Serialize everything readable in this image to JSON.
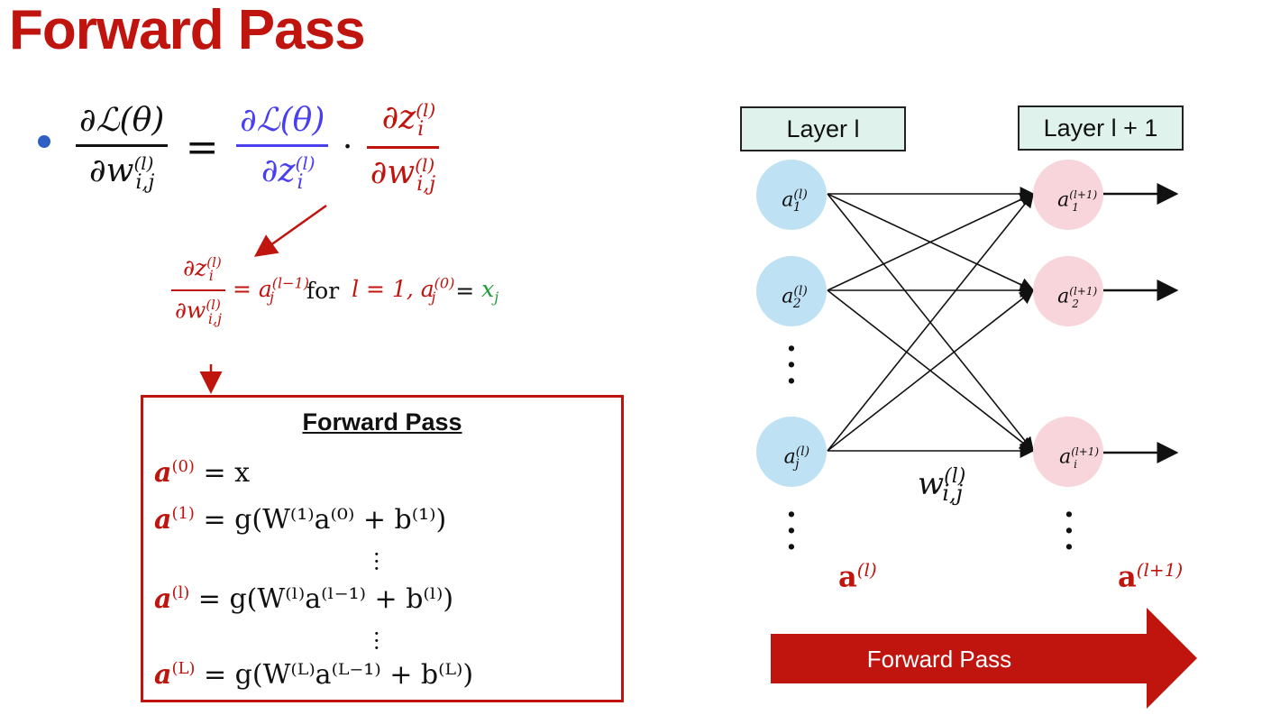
{
  "title": "Forward Pass",
  "colors": {
    "accent_red": "#c0140f",
    "blue": "#4a3ff0",
    "green": "#1f9d3a",
    "node_left": "#bfe1f4",
    "node_right": "#f7d5da",
    "layer_box": "#dff3ec"
  },
  "chain_rule": {
    "lhs_num": "∂ℒ(θ)",
    "lhs_den": "∂w",
    "equals": "=",
    "t1_num": "∂ℒ(θ)",
    "t1_den": "∂z",
    "dot": "·",
    "t2_num": "∂z",
    "t2_den": "∂w",
    "sub_ij": "i,j",
    "sup_l": "(l)",
    "sub_i": "i"
  },
  "derivative_result": {
    "num": "∂z",
    "den": "∂w",
    "rhs": "= a",
    "rhs_sup": "(l−1)",
    "rhs_sub": "j",
    "for_text": "for",
    "condition": "l = 1, a",
    "cond_sup": "(0)",
    "cond_sub": "j",
    "cond_eq": "=",
    "xj": "x",
    "xj_sub": "j"
  },
  "forward_box": {
    "title": "Forward Pass",
    "lines": [
      {
        "lhs": "a",
        "sup": "(0)",
        "rhs": " = x"
      },
      {
        "lhs": "a",
        "sup": "(1)",
        "rhs": " = g(W⁽¹⁾a⁽⁰⁾ + b⁽¹⁾)"
      },
      {
        "lhs": "a",
        "sup": "(l)",
        "rhs": " = g(W⁽ˡ⁾a⁽ˡ⁻¹⁾ + b⁽ˡ⁾)"
      },
      {
        "lhs": "a",
        "sup": "(L)",
        "rhs": " = g(W⁽ᴸ⁾a⁽ᴸ⁻¹⁾ + b⁽ᴸ⁾)"
      }
    ]
  },
  "network": {
    "layer_left_label": "Layer l",
    "layer_right_label": "Layer l + 1",
    "left_nodes": [
      {
        "base": "a",
        "sup": "(l)",
        "sub": "1"
      },
      {
        "base": "a",
        "sup": "(l)",
        "sub": "2"
      },
      {
        "base": "a",
        "sup": "(l)",
        "sub": "j"
      }
    ],
    "right_nodes": [
      {
        "base": "a",
        "sup": "(l+1)",
        "sub": "1"
      },
      {
        "base": "a",
        "sup": "(l+1)",
        "sub": "2"
      },
      {
        "base": "a",
        "sup": "(l+1)",
        "sub": "i"
      }
    ],
    "weight_label": "w",
    "weight_sup": "(l)",
    "weight_sub": "i,j",
    "left_vector": "a",
    "left_vector_sup": "(l)",
    "right_vector": "a",
    "right_vector_sup": "(l+1)",
    "arrow_label": "Forward Pass"
  }
}
